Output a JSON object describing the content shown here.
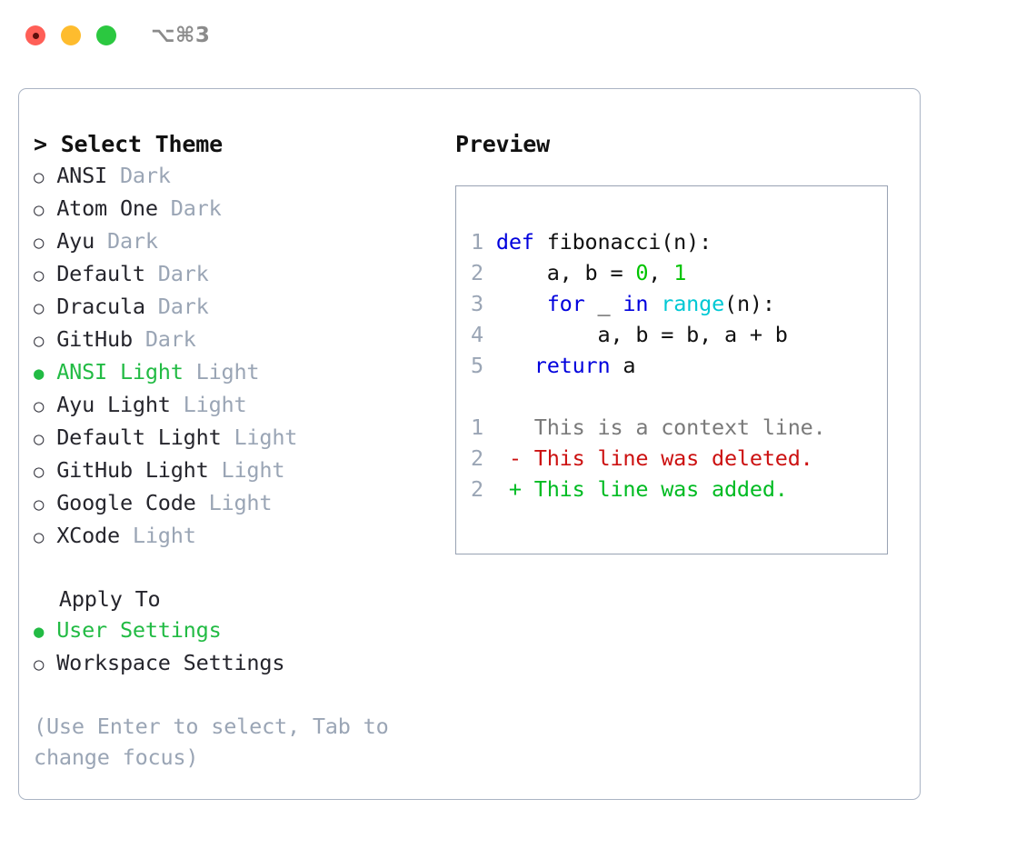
{
  "titlebar": {
    "shortcut": "⌥⌘3",
    "dots": [
      {
        "name": "close-button",
        "color": "#ff5f57"
      },
      {
        "name": "minimize-button",
        "color": "#febc2e"
      },
      {
        "name": "maximize-button",
        "color": "#2bc840"
      }
    ]
  },
  "theme_list": {
    "header": "> Select Theme",
    "items": [
      {
        "marker": "○",
        "label": "ANSI",
        "suffix": "Dark",
        "selected": false
      },
      {
        "marker": "○",
        "label": "Atom One",
        "suffix": "Dark",
        "selected": false
      },
      {
        "marker": "○",
        "label": "Ayu",
        "suffix": "Dark",
        "selected": false
      },
      {
        "marker": "○",
        "label": "Default",
        "suffix": "Dark",
        "selected": false
      },
      {
        "marker": "○",
        "label": "Dracula",
        "suffix": "Dark",
        "selected": false
      },
      {
        "marker": "○",
        "label": "GitHub",
        "suffix": "Dark",
        "selected": false
      },
      {
        "marker": "●",
        "label": "ANSI Light",
        "suffix": "Light",
        "selected": true
      },
      {
        "marker": "○",
        "label": "Ayu Light",
        "suffix": "Light",
        "selected": false
      },
      {
        "marker": "○",
        "label": "Default Light",
        "suffix": "Light",
        "selected": false
      },
      {
        "marker": "○",
        "label": "GitHub Light",
        "suffix": "Light",
        "selected": false
      },
      {
        "marker": "○",
        "label": "Google Code",
        "suffix": "Light",
        "selected": false
      },
      {
        "marker": "○",
        "label": "XCode",
        "suffix": "Light",
        "selected": false
      }
    ]
  },
  "apply_to": {
    "label": "Apply To",
    "items": [
      {
        "marker": "●",
        "label": "User Settings",
        "selected": true
      },
      {
        "marker": "○",
        "label": "Workspace Settings",
        "selected": false
      }
    ]
  },
  "hint": "(Use Enter to select, Tab to change focus)",
  "preview": {
    "title": "Preview",
    "code": [
      {
        "lineno": "1",
        "tokens": [
          {
            "t": "def ",
            "c": "kw"
          },
          {
            "t": "fibonacci(n):",
            "c": "txt"
          }
        ]
      },
      {
        "lineno": "2",
        "tokens": [
          {
            "t": "    a, b = ",
            "c": "txt"
          },
          {
            "t": "0",
            "c": "num"
          },
          {
            "t": ", ",
            "c": "txt"
          },
          {
            "t": "1",
            "c": "num"
          }
        ]
      },
      {
        "lineno": "3",
        "tokens": [
          {
            "t": "    ",
            "c": "txt"
          },
          {
            "t": "for",
            "c": "kw"
          },
          {
            "t": " _ ",
            "c": "txt"
          },
          {
            "t": "in",
            "c": "kw"
          },
          {
            "t": " ",
            "c": "txt"
          },
          {
            "t": "range",
            "c": "fn"
          },
          {
            "t": "(n):",
            "c": "txt"
          }
        ]
      },
      {
        "lineno": "4",
        "tokens": [
          {
            "t": "        a, b = b, a + b",
            "c": "txt"
          }
        ]
      },
      {
        "lineno": "5",
        "tokens": [
          {
            "t": "   ",
            "c": "txt"
          },
          {
            "t": "return",
            "c": "kw"
          },
          {
            "t": " a",
            "c": "txt"
          }
        ]
      }
    ],
    "diff": [
      {
        "lineno": "1",
        "marker": " ",
        "text": "This is a context line.",
        "kind": "ctx"
      },
      {
        "lineno": "2",
        "marker": "-",
        "text": "This line was deleted.",
        "kind": "del"
      },
      {
        "lineno": "2",
        "marker": "+",
        "text": "This line was added.",
        "kind": "add"
      }
    ]
  },
  "colors": {
    "accent_green": "#22bb44",
    "muted": "#9aa5b5",
    "keyword_blue": "#0000dd",
    "function_cyan": "#00c8d4",
    "number_green": "#00c400",
    "diff_red": "#cc1111",
    "diff_green": "#00bb22",
    "border": "#aab4c4",
    "preview_border": "#98a2b3"
  }
}
